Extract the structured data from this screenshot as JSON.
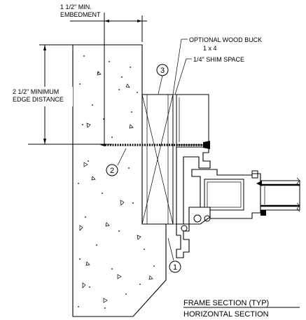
{
  "labels": {
    "embedment_line1": "1 1/2\" MIN.",
    "embedment_line2": "EMBEDMENT",
    "edge_line1": "2 1/2\" MINIMUM",
    "edge_line2": "EDGE DISTANCE",
    "buck_line1": "OPTIONAL WOOD BUCK",
    "buck_line2": "1 x 4",
    "shim": "1/4\" SHIM SPACE"
  },
  "callouts": {
    "c1": "1",
    "c2": "2",
    "c3": "3"
  },
  "title": {
    "line1": "FRAME SECTION (TYP)",
    "line2": "HORIZONTAL SECTION"
  }
}
